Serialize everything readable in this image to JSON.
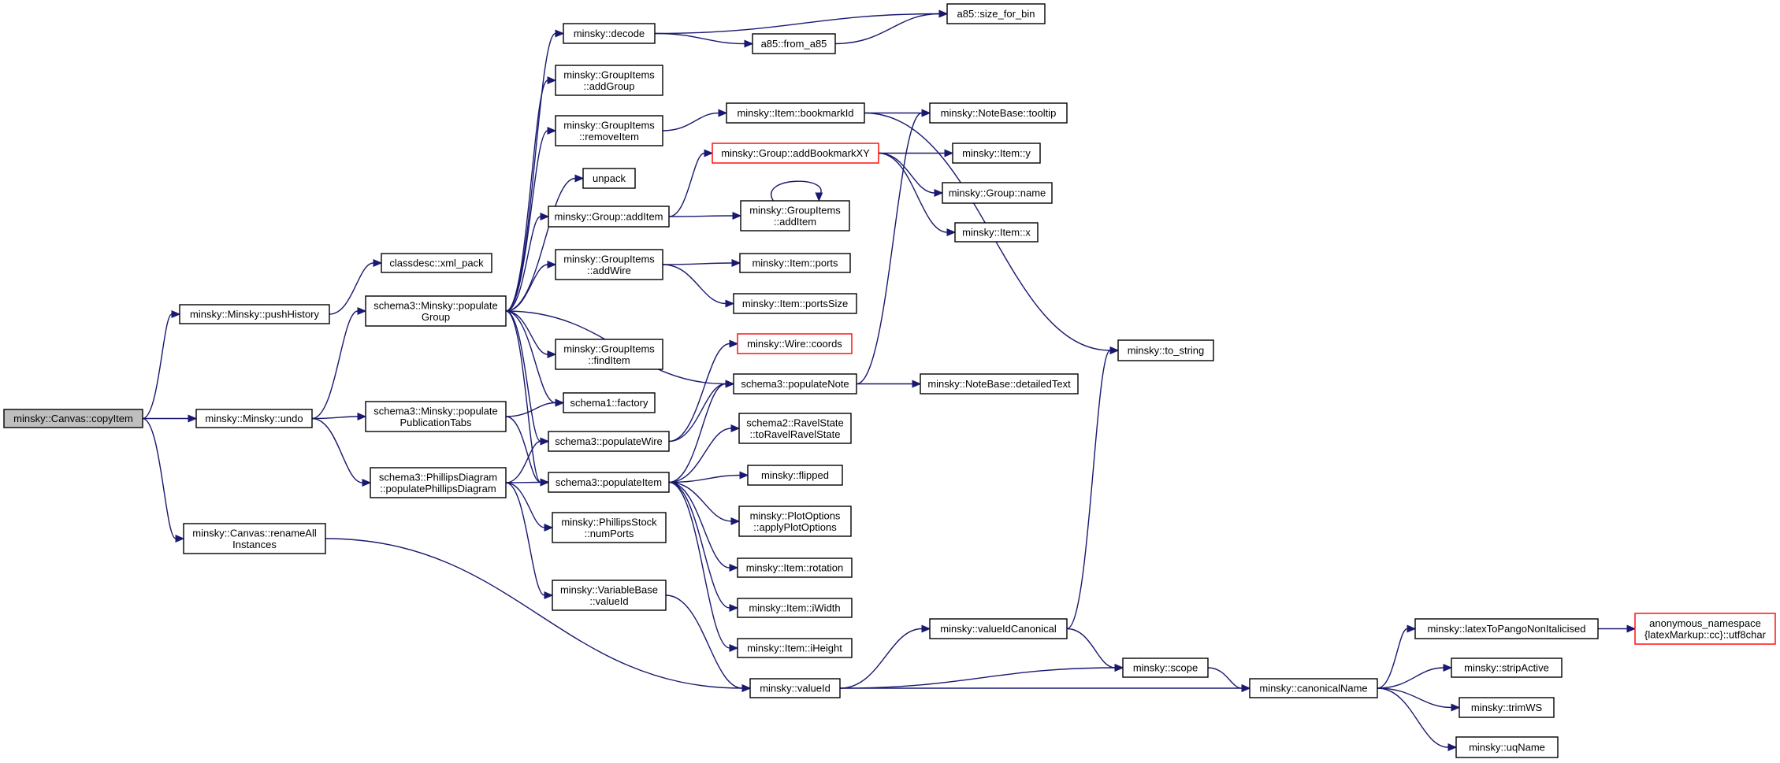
{
  "colors": {
    "edge": "#191970",
    "root_fill": "#bfbfbf",
    "node_fill": "#ffffff",
    "node_border": "#000000",
    "highlight_border": "#ff0000"
  },
  "nodes": {
    "copyItem": {
      "lines": [
        "minsky::Canvas::copyItem"
      ],
      "style": "root"
    },
    "pushHistory": {
      "lines": [
        "minsky::Minsky::pushHistory"
      ]
    },
    "undo": {
      "lines": [
        "minsky::Minsky::undo"
      ]
    },
    "renameAll": {
      "lines": [
        "minsky::Canvas::renameAll",
        "Instances"
      ]
    },
    "xmlPack": {
      "lines": [
        "classdesc::xml_pack"
      ]
    },
    "populateGroup": {
      "lines": [
        "schema3::Minsky::populate",
        "Group"
      ]
    },
    "populatePubTabs": {
      "lines": [
        "schema3::Minsky::populate",
        "PublicationTabs"
      ]
    },
    "phillipsDiagram": {
      "lines": [
        "schema3::PhillipsDiagram",
        "::populatePhillipsDiagram"
      ]
    },
    "decode": {
      "lines": [
        "minsky::decode"
      ]
    },
    "addGroup": {
      "lines": [
        "minsky::GroupItems",
        "::addGroup"
      ]
    },
    "removeItem": {
      "lines": [
        "minsky::GroupItems",
        "::removeItem"
      ]
    },
    "unpack": {
      "lines": [
        "unpack"
      ]
    },
    "groupAddItem": {
      "lines": [
        "minsky::Group::addItem"
      ]
    },
    "addWire": {
      "lines": [
        "minsky::GroupItems",
        "::addWire"
      ]
    },
    "findItem": {
      "lines": [
        "minsky::GroupItems",
        "::findItem"
      ]
    },
    "factory": {
      "lines": [
        "schema1::factory"
      ]
    },
    "populateWire": {
      "lines": [
        "schema3::populateWire"
      ]
    },
    "populateItem": {
      "lines": [
        "schema3::populateItem"
      ]
    },
    "numPorts": {
      "lines": [
        "minsky::PhillipsStock",
        "::numPorts"
      ]
    },
    "valueIdVB": {
      "lines": [
        "minsky::VariableBase",
        "::valueId"
      ]
    },
    "fromA85": {
      "lines": [
        "a85::from_a85"
      ]
    },
    "sizeForBin": {
      "lines": [
        "a85::size_for_bin"
      ]
    },
    "bookmarkId": {
      "lines": [
        "minsky::Item::bookmarkId"
      ]
    },
    "addBookmarkXY": {
      "lines": [
        "minsky::Group::addBookmarkXY"
      ],
      "style": "red"
    },
    "giAddItem": {
      "lines": [
        "minsky::GroupItems",
        "::addItem"
      ]
    },
    "ports": {
      "lines": [
        "minsky::Item::ports"
      ]
    },
    "portsSize": {
      "lines": [
        "minsky::Item::portsSize"
      ]
    },
    "wireCoords": {
      "lines": [
        "minsky::Wire::coords"
      ],
      "style": "red"
    },
    "populateNote": {
      "lines": [
        "schema3::populateNote"
      ]
    },
    "toRavelState": {
      "lines": [
        "schema2::RavelState",
        "::toRavelRavelState"
      ]
    },
    "flipped": {
      "lines": [
        "minsky::flipped"
      ]
    },
    "applyPlotOptions": {
      "lines": [
        "minsky::PlotOptions",
        "::applyPlotOptions"
      ]
    },
    "rotation": {
      "lines": [
        "minsky::Item::rotation"
      ]
    },
    "iWidth": {
      "lines": [
        "minsky::Item::iWidth"
      ]
    },
    "iHeight": {
      "lines": [
        "minsky::Item::iHeight"
      ]
    },
    "valueId": {
      "lines": [
        "minsky::valueId"
      ]
    },
    "tooltip": {
      "lines": [
        "minsky::NoteBase::tooltip"
      ]
    },
    "itemY": {
      "lines": [
        "minsky::Item::y"
      ]
    },
    "groupName": {
      "lines": [
        "minsky::Group::name"
      ]
    },
    "itemX": {
      "lines": [
        "minsky::Item::x"
      ]
    },
    "detailedText": {
      "lines": [
        "minsky::NoteBase::detailedText"
      ]
    },
    "valueIdCanonical": {
      "lines": [
        "minsky::valueIdCanonical"
      ]
    },
    "toString": {
      "lines": [
        "minsky::to_string"
      ]
    },
    "scope": {
      "lines": [
        "minsky::scope"
      ]
    },
    "canonicalName": {
      "lines": [
        "minsky::canonicalName"
      ]
    },
    "latexToPango": {
      "lines": [
        "minsky::latexToPangoNonItalicised"
      ]
    },
    "utf8char": {
      "lines": [
        "anonymous_namespace",
        "{latexMarkup::cc}::utf8char"
      ],
      "style": "red"
    },
    "stripActive": {
      "lines": [
        "minsky::stripActive"
      ]
    },
    "trimWS": {
      "lines": [
        "minsky::trimWS"
      ]
    },
    "uqName": {
      "lines": [
        "minsky::uqName"
      ]
    }
  },
  "edges": [
    [
      "copyItem",
      "pushHistory"
    ],
    [
      "copyItem",
      "undo"
    ],
    [
      "copyItem",
      "renameAll"
    ],
    [
      "pushHistory",
      "xmlPack"
    ],
    [
      "undo",
      "populateGroup"
    ],
    [
      "undo",
      "populatePubTabs"
    ],
    [
      "undo",
      "phillipsDiagram"
    ],
    [
      "renameAll",
      "valueId"
    ],
    [
      "populateGroup",
      "decode"
    ],
    [
      "populateGroup",
      "addGroup"
    ],
    [
      "populateGroup",
      "removeItem"
    ],
    [
      "populateGroup",
      "unpack"
    ],
    [
      "populateGroup",
      "groupAddItem"
    ],
    [
      "populateGroup",
      "addWire"
    ],
    [
      "populateGroup",
      "findItem"
    ],
    [
      "populateGroup",
      "factory"
    ],
    [
      "populateGroup",
      "populateWire"
    ],
    [
      "populateGroup",
      "populateItem"
    ],
    [
      "populateGroup",
      "populateNote"
    ],
    [
      "populatePubTabs",
      "factory"
    ],
    [
      "populatePubTabs",
      "populateItem"
    ],
    [
      "phillipsDiagram",
      "populateWire"
    ],
    [
      "phillipsDiagram",
      "populateItem"
    ],
    [
      "phillipsDiagram",
      "numPorts"
    ],
    [
      "phillipsDiagram",
      "valueIdVB"
    ],
    [
      "decode",
      "sizeForBin"
    ],
    [
      "decode",
      "fromA85"
    ],
    [
      "fromA85",
      "sizeForBin"
    ],
    [
      "removeItem",
      "bookmarkId"
    ],
    [
      "groupAddItem",
      "addBookmarkXY"
    ],
    [
      "groupAddItem",
      "giAddItem"
    ],
    [
      "giAddItem",
      "giAddItem"
    ],
    [
      "addWire",
      "ports"
    ],
    [
      "addWire",
      "portsSize"
    ],
    [
      "populateWire",
      "wireCoords"
    ],
    [
      "populateWire",
      "populateNote"
    ],
    [
      "populateItem",
      "populateNote"
    ],
    [
      "populateItem",
      "toRavelState"
    ],
    [
      "populateItem",
      "flipped"
    ],
    [
      "populateItem",
      "applyPlotOptions"
    ],
    [
      "populateItem",
      "rotation"
    ],
    [
      "populateItem",
      "iWidth"
    ],
    [
      "populateItem",
      "iHeight"
    ],
    [
      "valueIdVB",
      "valueId"
    ],
    [
      "bookmarkId",
      "tooltip"
    ],
    [
      "bookmarkId",
      "toString"
    ],
    [
      "addBookmarkXY",
      "itemY"
    ],
    [
      "addBookmarkXY",
      "groupName"
    ],
    [
      "addBookmarkXY",
      "itemX"
    ],
    [
      "populateNote",
      "tooltip"
    ],
    [
      "populateNote",
      "detailedText"
    ],
    [
      "valueId",
      "valueIdCanonical"
    ],
    [
      "valueId",
      "scope"
    ],
    [
      "valueId",
      "canonicalName"
    ],
    [
      "valueIdCanonical",
      "toString"
    ],
    [
      "valueIdCanonical",
      "scope"
    ],
    [
      "scope",
      "canonicalName"
    ],
    [
      "canonicalName",
      "latexToPango"
    ],
    [
      "canonicalName",
      "stripActive"
    ],
    [
      "canonicalName",
      "trimWS"
    ],
    [
      "canonicalName",
      "uqName"
    ],
    [
      "latexToPango",
      "utf8char"
    ]
  ]
}
